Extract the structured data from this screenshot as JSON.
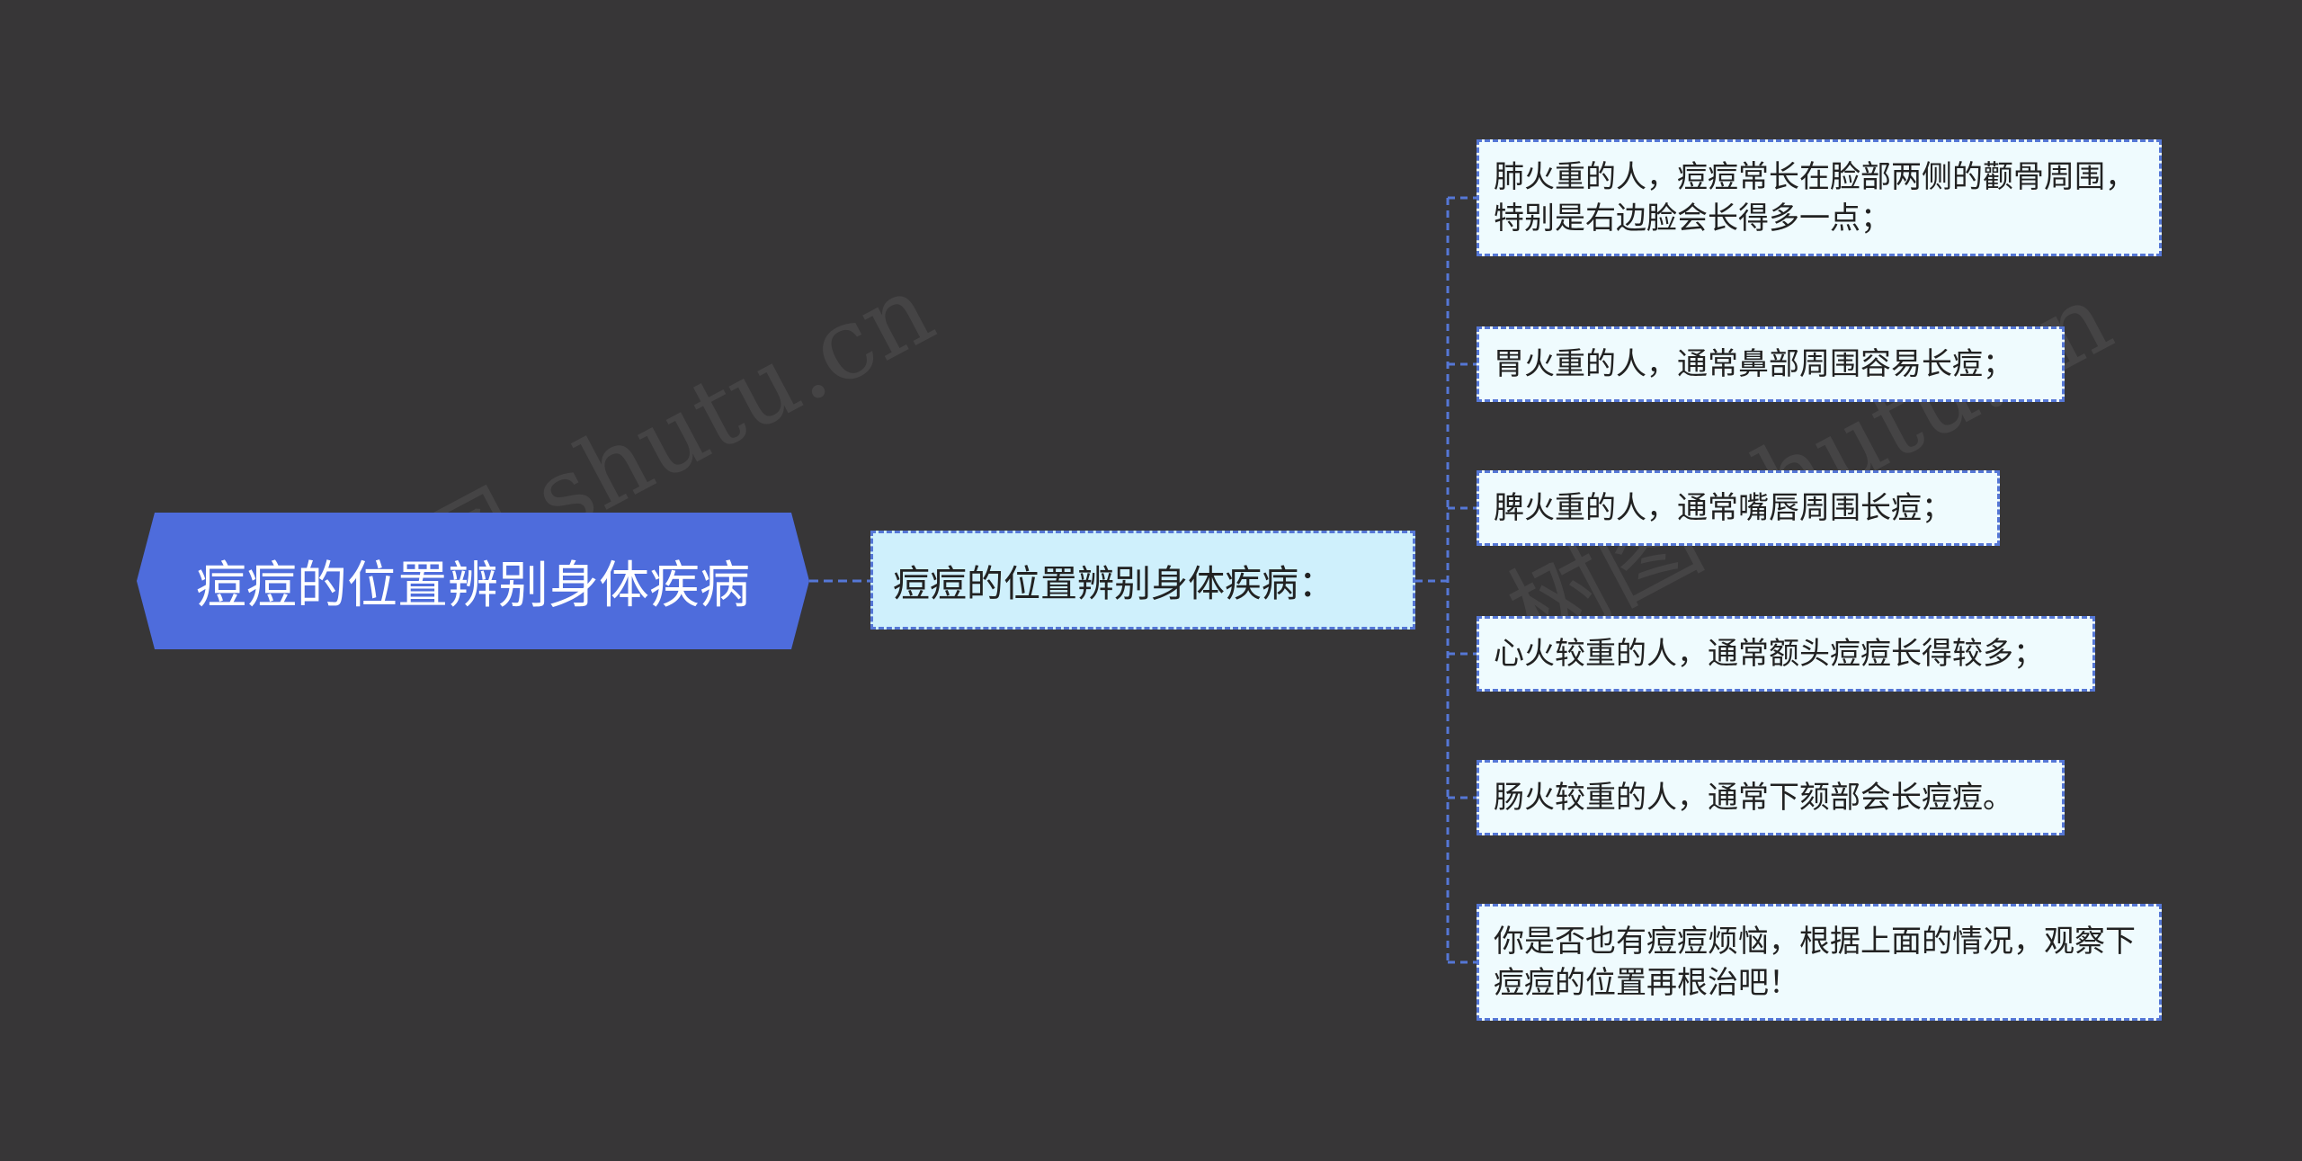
{
  "root": {
    "label": "痘痘的位置辨别身体疾病"
  },
  "middle": {
    "label": "痘痘的位置辨别身体疾病："
  },
  "leaves": [
    {
      "label": "肺火重的人，痘痘常长在脸部两侧的颧骨周围，特别是右边脸会长得多一点；"
    },
    {
      "label": "胃火重的人，通常鼻部周围容易长痘；"
    },
    {
      "label": "脾火重的人，通常嘴唇周围长痘；"
    },
    {
      "label": "心火较重的人，通常额头痘痘长得较多；"
    },
    {
      "label": "肠火较重的人，通常下颏部会长痘痘。"
    },
    {
      "label": "你是否也有痘痘烦恼，根据上面的情况，观察下痘痘的位置再根治吧！"
    }
  ],
  "watermark": {
    "text_1": "树图 shutu.cn",
    "text_2": "树图 shutu.cn"
  },
  "colors": {
    "background": "#373637",
    "root_fill": "#4E6CDC",
    "middle_fill": "#CFF0FC",
    "leaf_fill": "#EFFBFE",
    "connector": "#5577D6"
  }
}
